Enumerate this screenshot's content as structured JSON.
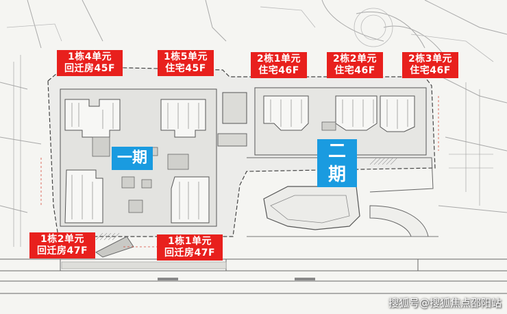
{
  "phases": {
    "phase1": "一期",
    "phase2_line1": "二",
    "phase2_line2": "期"
  },
  "buildings": {
    "b1_u4": {
      "line1": "1栋4单元",
      "line2": "回迁房45F"
    },
    "b1_u5": {
      "line1": "1栋5单元",
      "line2": "住宅45F"
    },
    "b2_u1": {
      "line1": "2栋1单元",
      "line2": "住宅46F"
    },
    "b2_u2": {
      "line1": "2栋2单元",
      "line2": "住宅46F"
    },
    "b2_u3": {
      "line1": "2栋3单元",
      "line2": "住宅46F"
    },
    "b1_u2": {
      "line1": "1栋2单元",
      "line2": "回迁房47F"
    },
    "b1_u1": {
      "line1": "1栋1单元",
      "line2": "回迁房47F"
    }
  },
  "watermark": "搜狐号@搜狐焦点邵阳站",
  "colors": {
    "label_red": "#e8201d",
    "phase_blue": "#1a9be0",
    "drawing_line": "#7a7a7a"
  }
}
